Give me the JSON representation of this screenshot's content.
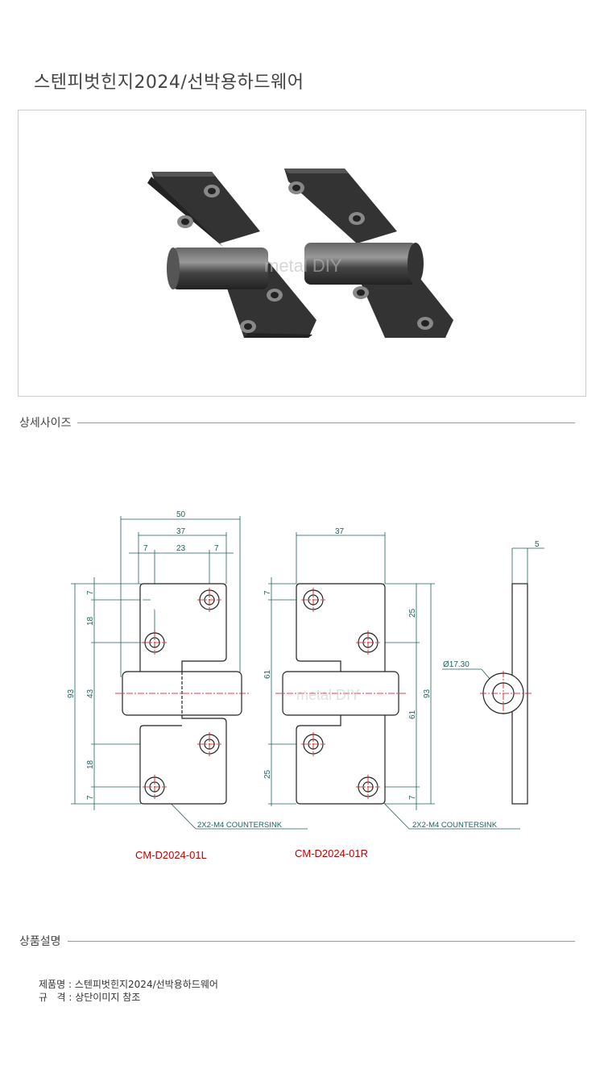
{
  "title": "스텐피벗힌지2024/선박용하드웨어",
  "sections": {
    "size": "상세사이즈",
    "description": "상품설명"
  },
  "watermark": "metal DIY",
  "drawing": {
    "dims_left": {
      "w50": "50",
      "w37": "37",
      "w7a": "7",
      "w23": "23",
      "w7b": "7",
      "h93": "93",
      "h7a": "7",
      "h18a": "18",
      "h43": "43",
      "h18b": "18",
      "h7b": "7"
    },
    "dims_right": {
      "w37": "37",
      "h7": "7",
      "h61a": "61",
      "h25a": "25",
      "h25b": "25",
      "h61b": "61",
      "h93": "93"
    },
    "dims_side": {
      "t5": "5",
      "dia": "Ø17.30"
    },
    "note_left": "2X2-M4 COUNTERSINK",
    "note_right": "2X2-M4 COUNTERSINK",
    "model_left": "CM-D2024-01L",
    "model_right": "CM-D2024-01R",
    "label_color": "#c00000",
    "dim_color": "#1f5f5f"
  },
  "description": {
    "rows": [
      {
        "label": "제품명",
        "sep": " : ",
        "value": "스텐피벗힌지2024/선박용하드웨어"
      },
      {
        "label": "규   격",
        "sep": " : ",
        "value": "상단이미지 참조"
      }
    ]
  }
}
